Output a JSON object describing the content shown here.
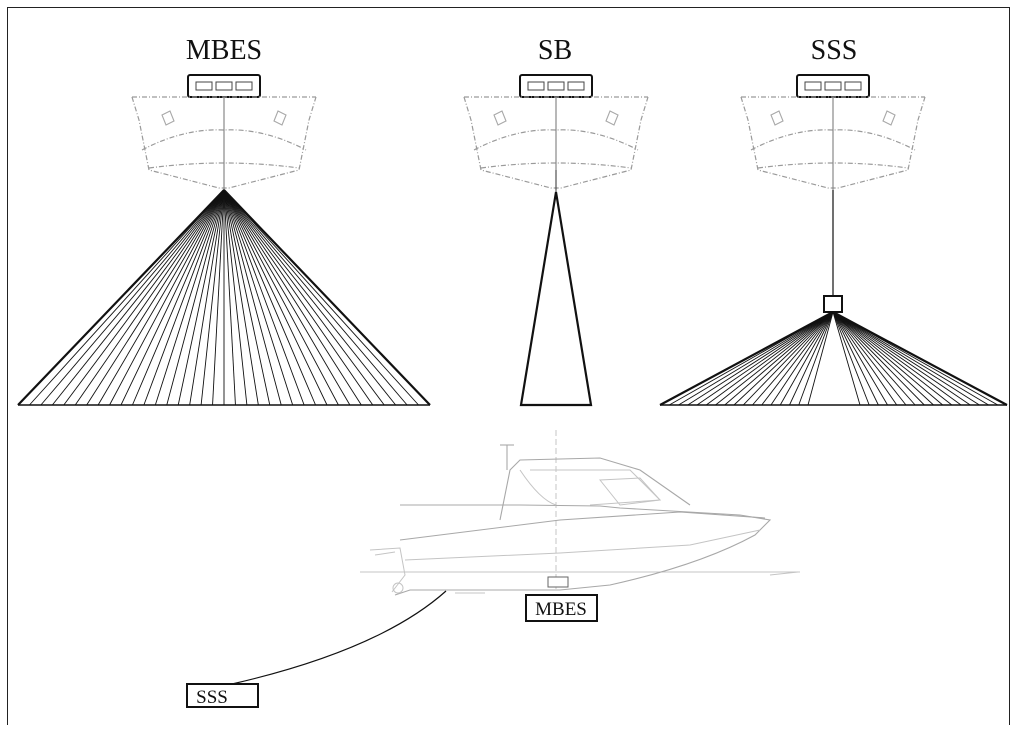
{
  "sensors": {
    "mbes_title": "MBES",
    "sb_title": "SB",
    "sss_title": "SSS"
  },
  "side_view": {
    "mbes_label": "MBES",
    "sss_label": "SSS"
  }
}
